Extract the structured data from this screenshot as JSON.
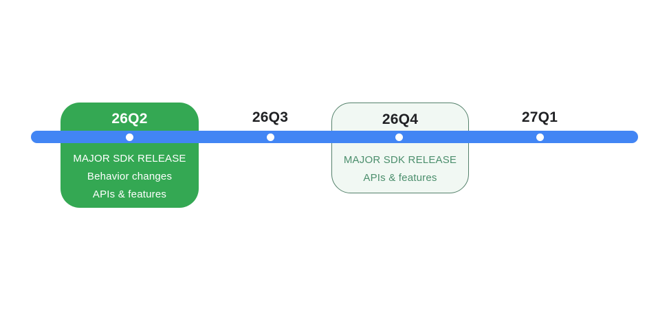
{
  "colors": {
    "page-bg": "#ffffff",
    "timeline-blue": "#4285f4",
    "card-green": "#34a853",
    "light-card-bg": "#f1f8f3",
    "light-card-border": "#53806a",
    "detail-green": "#4b8e6c",
    "text-dark": "#202124",
    "text-white": "#ffffff",
    "dot-white": "#ffffff"
  },
  "timeline": {
    "milestones": [
      {
        "label": "26Q2",
        "type": "filled-green-card",
        "lines": [
          "MAJOR SDK RELEASE",
          "Behavior changes",
          "APIs & features"
        ]
      },
      {
        "label": "26Q3",
        "type": "label-only",
        "lines": []
      },
      {
        "label": "26Q4",
        "type": "outlined-card",
        "lines": [
          "MAJOR SDK RELEASE",
          "APIs & features"
        ]
      },
      {
        "label": "27Q1",
        "type": "label-only",
        "lines": []
      }
    ]
  }
}
